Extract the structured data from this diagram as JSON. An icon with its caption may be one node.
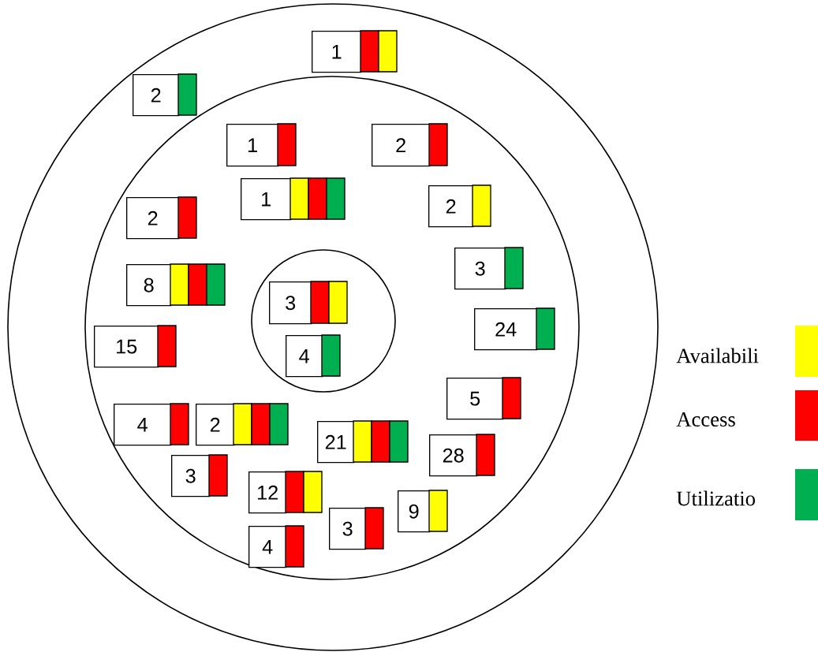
{
  "diagram": {
    "nodes": [
      {
        "text": [],
        "shape": "circle"
      },
      {
        "text": [],
        "shape": "circle",
        "in": 0
      },
      {
        "text": [],
        "shape": "circle",
        "in": 1
      },
      {
        "text": [
          "1"
        ],
        "in": 0
      },
      {
        "text": [
          "2"
        ],
        "in": 0
      },
      {
        "text": [
          "1"
        ],
        "in": 1
      },
      {
        "text": [
          "2"
        ],
        "in": 1
      },
      {
        "text": [
          "1"
        ],
        "in": 1
      },
      {
        "text": [
          "2"
        ],
        "in": 1
      },
      {
        "text": [
          "2"
        ],
        "in": 1
      },
      {
        "text": [
          "3"
        ],
        "in": 1
      },
      {
        "text": [
          "8"
        ],
        "in": 1
      },
      {
        "text": [
          "3"
        ],
        "in": 2
      },
      {
        "text": [
          "24"
        ],
        "in": 1
      },
      {
        "text": [
          "15"
        ],
        "in": 1
      },
      {
        "text": [
          "4"
        ],
        "in": 2
      },
      {
        "text": [
          "5"
        ],
        "in": 1
      },
      {
        "text": [
          "4"
        ],
        "in": 1
      },
      {
        "text": [
          "2"
        ],
        "in": 1
      },
      {
        "text": [
          "21"
        ],
        "in": 1
      },
      {
        "text": [
          "28"
        ],
        "in": 1
      },
      {
        "text": [
          "3"
        ],
        "in": 1
      },
      {
        "text": [
          "12"
        ],
        "in": 1
      },
      {
        "text": [
          "9"
        ],
        "in": 1
      },
      {
        "text": [
          "3"
        ],
        "in": 1
      },
      {
        "text": [
          "4"
        ],
        "in": 1
      }
    ],
    "legend": [
      {
        "text": "Availabili",
        "color": "#ffff00"
      },
      {
        "text": "Access",
        "color": "#ff0000"
      },
      {
        "text": "Utilizatio",
        "color": "#00b050"
      }
    ]
  }
}
